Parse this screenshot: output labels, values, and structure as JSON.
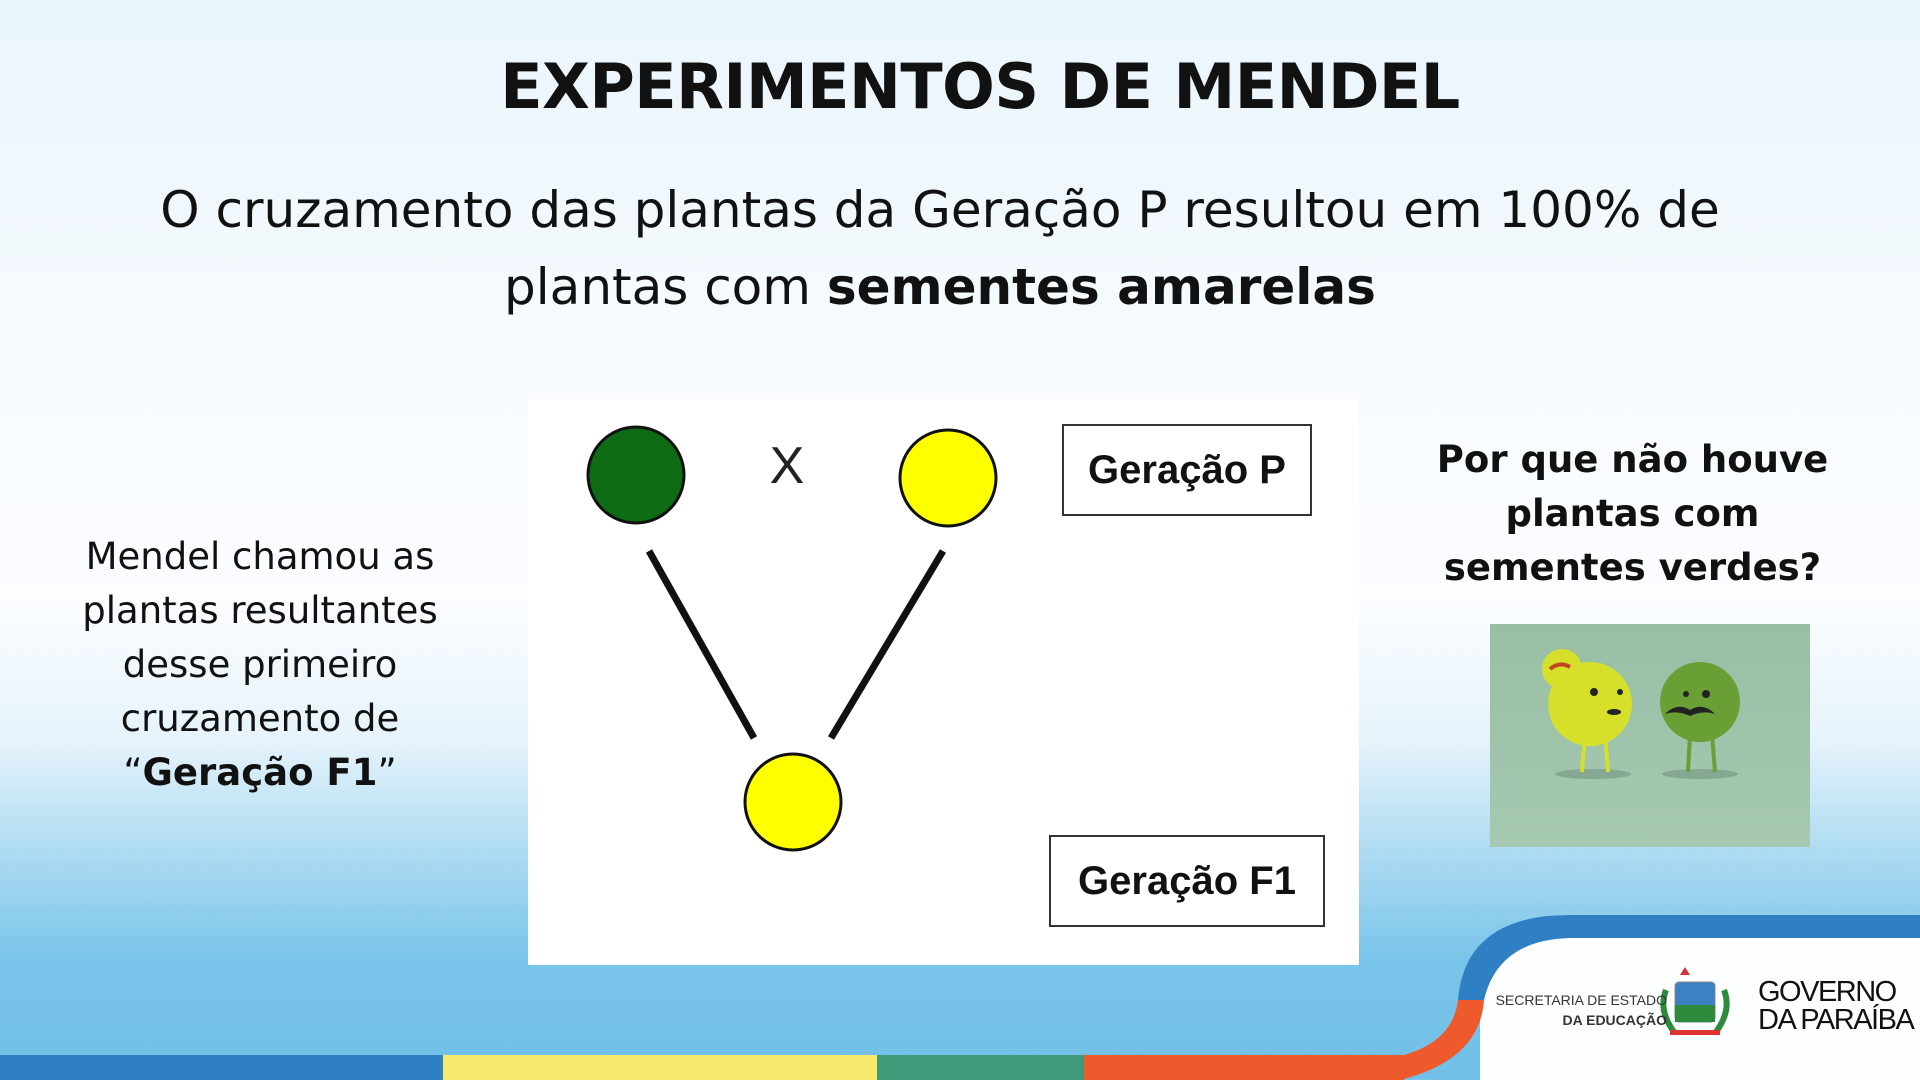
{
  "slide": {
    "title": "EXPERIMENTOS DE MENDEL",
    "subtitle_part1": "O cruzamento das plantas da Geração P resultou em 100% de plantas com ",
    "subtitle_bold": "sementes amarelas",
    "left_text_part1": "Mendel chamou as plantas resultantes desse primeiro cruzamento de ",
    "left_text_open_quote": "“",
    "left_text_bold": "Geração F1",
    "left_text_close_quote": "”",
    "question": "Por que não houve plantas com sementes verdes?"
  },
  "diagram": {
    "cross_symbol": "X",
    "label_p": "Geração P",
    "label_f1": "Geração F1",
    "colors": {
      "green": "#0d6b14",
      "yellow": "#ffff00"
    }
  },
  "footer": {
    "secretaria_line1": "SECRETARIA DE ESTADO",
    "secretaria_line2": "DA EDUCAÇÃO",
    "governo_line1": "GOVERNO",
    "governo_line2": "DA PARAÍBA",
    "stripe_colors": [
      "#2f7fc3",
      "#f7e96b",
      "#3f9a7a",
      "#ef5a2c"
    ]
  }
}
